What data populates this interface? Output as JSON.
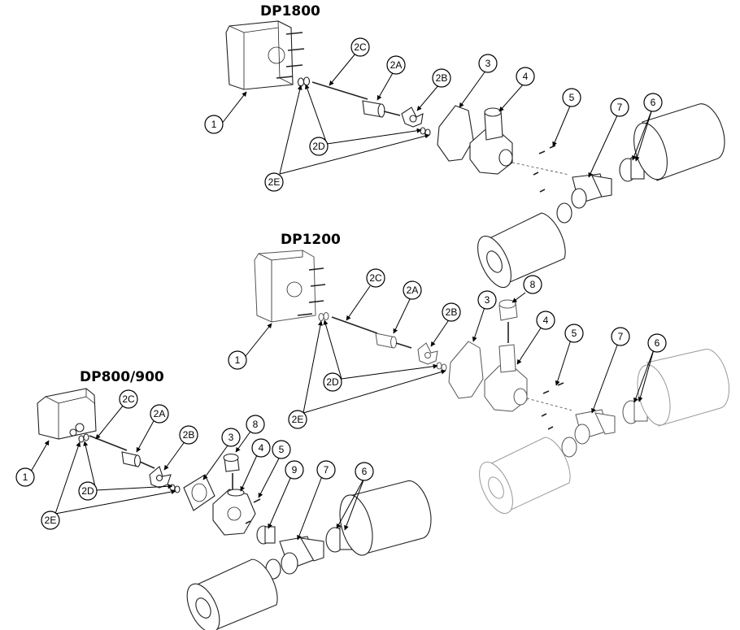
{
  "assemblies": [
    {
      "title": "DP1800",
      "callouts": [
        "1",
        "2C",
        "2A",
        "2B",
        "3",
        "4",
        "5",
        "7",
        "6",
        "2D",
        "2E"
      ]
    },
    {
      "title": "DP1200",
      "callouts": [
        "1",
        "2C",
        "2A",
        "2B",
        "3",
        "8",
        "4",
        "5",
        "7",
        "6",
        "2D",
        "2E"
      ]
    },
    {
      "title": "DP800/900",
      "callouts": [
        "1",
        "2C",
        "2A",
        "2B",
        "3",
        "8",
        "4",
        "5",
        "9",
        "7",
        "6",
        "2D",
        "2E"
      ]
    }
  ]
}
